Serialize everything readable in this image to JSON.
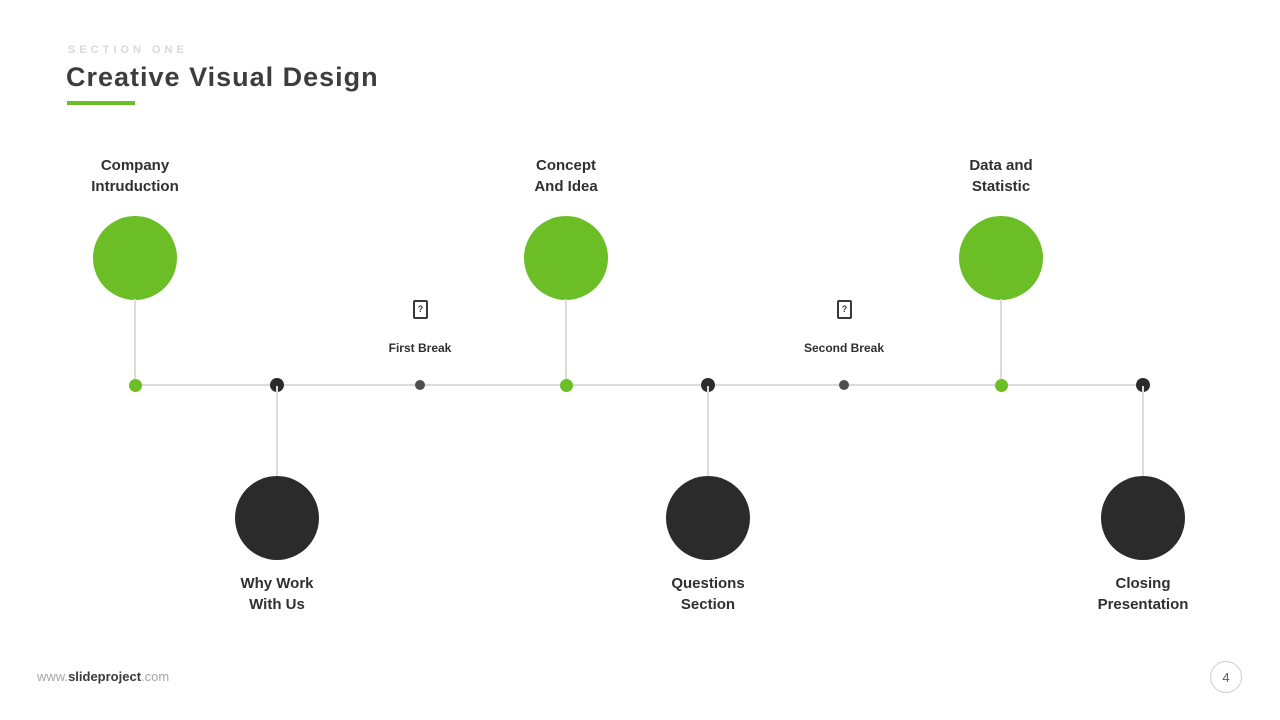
{
  "header": {
    "eyebrow": "SECTION ONE",
    "title": "Creative Visual Design"
  },
  "timeline": {
    "items": [
      {
        "kind": "top",
        "line1": "Company",
        "line2": "Intruduction"
      },
      {
        "kind": "bottom",
        "line1": "Why Work",
        "line2": "With Us"
      },
      {
        "kind": "break",
        "label": "First Break",
        "icon": "missing-glyph",
        "icon_char": "?"
      },
      {
        "kind": "top",
        "line1": "Concept",
        "line2": "And Idea"
      },
      {
        "kind": "bottom",
        "line1": "Questions",
        "line2": "Section"
      },
      {
        "kind": "break",
        "label": "Second Break",
        "icon": "missing-glyph",
        "icon_char": "?"
      },
      {
        "kind": "top",
        "line1": "Data and",
        "line2": "Statistic"
      },
      {
        "kind": "bottom",
        "line1": "Closing",
        "line2": "Presentation"
      }
    ]
  },
  "footer": {
    "site_prefix": "www.",
    "site_name": "slideproject",
    "site_suffix": ".com",
    "page_number": "4"
  },
  "colors": {
    "green": "#6cbe27",
    "dark": "#2b2b2b",
    "line": "#dcdcdc"
  }
}
